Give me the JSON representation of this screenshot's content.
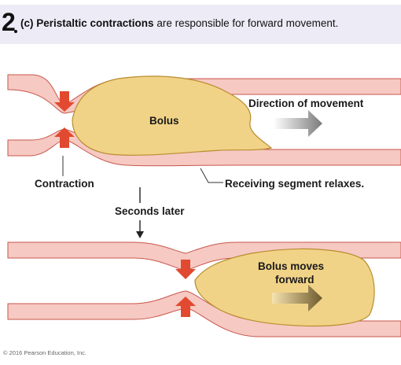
{
  "header": {
    "step_number": "2",
    "caption_bold": "(c) Peristaltic contractions",
    "caption_rest": " are responsible for forward movement."
  },
  "labels": {
    "bolus_top": "Bolus",
    "direction": "Direction of movement",
    "contraction": "Contraction",
    "receiving": "Receiving segment relaxes.",
    "seconds_later": "Seconds later",
    "bolus_bottom_line1": "Bolus moves",
    "bolus_bottom_line2": "forward"
  },
  "copyright": "© 2016 Pearson Education, Inc.",
  "colors": {
    "wall": "#f6c9c3",
    "wall_stroke": "#c8564a",
    "bolus": "#f1d387",
    "bolus_stroke": "#b98d2f",
    "arrow_red": "#e14a30",
    "header_bg": "#ecebf6"
  }
}
